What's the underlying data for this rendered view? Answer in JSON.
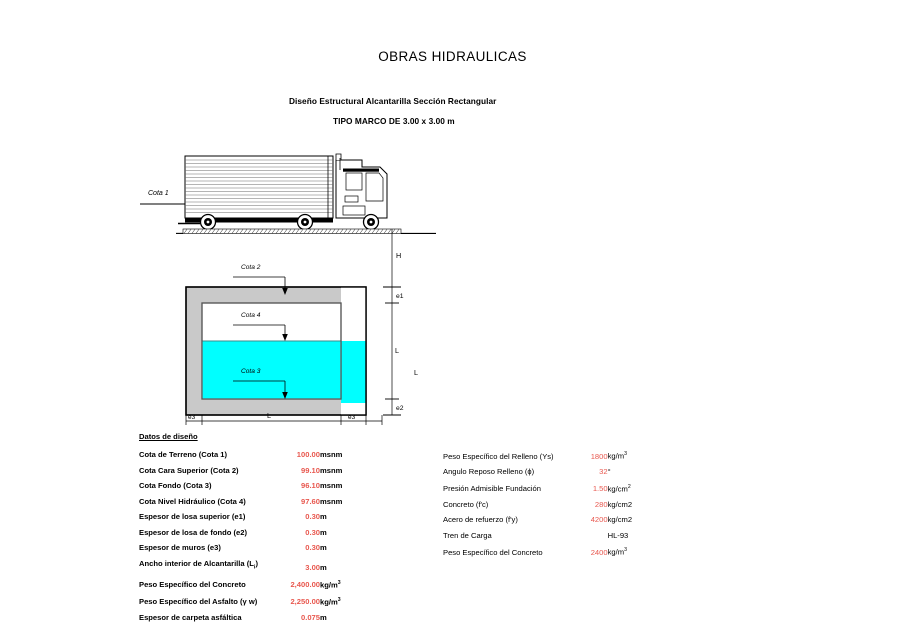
{
  "document": {
    "main_title": "OBRAS HIDRAULICAS",
    "subtitle": "Diseño Estructural Alcantarilla Sección Rectangular",
    "subtitle2": "TIPO MARCO DE 3.00 x 3.00 m"
  },
  "diagram": {
    "elevation_labels": {
      "cota1": "Cota 1",
      "cota2": "Cota 2",
      "cota3": "Cota 3",
      "cota4": "Cota 4"
    },
    "dimension_labels": {
      "H": "H",
      "e1": "e1",
      "e2": "e2",
      "e3_left": "e3",
      "e3_right": "e3",
      "L_vertical_inner": "L",
      "L_vertical_outer": "L",
      "L_horizontal": "L"
    },
    "colors": {
      "water": "#00ffff",
      "wall": "#c9c9c9",
      "outline": "#000000"
    }
  },
  "data_section": {
    "heading": "Datos de diseño",
    "left_rows": [
      {
        "label": "Cota de Terreno (Cota 1)",
        "value": "100.00",
        "unit": "msnm"
      },
      {
        "label": "Cota Cara Superior (Cota 2)",
        "value": "99.10",
        "unit": "msnm"
      },
      {
        "label": "Cota Fondo (Cota 3)",
        "value": "96.10",
        "unit": "msnm"
      },
      {
        "label": "Cota Nivel Hidráulico (Cota 4)",
        "value": "97.60",
        "unit": "msnm"
      },
      {
        "label": "Espesor de losa superior (e1)",
        "value": "0.30",
        "unit": "m"
      },
      {
        "label": "Espesor de losa de fondo (e2)",
        "value": "0.30",
        "unit": "m"
      },
      {
        "label": "Espesor de muros (e3)",
        "value": "0.30",
        "unit": "m"
      },
      {
        "label": "Ancho interior de Alcantarilla (L)",
        "value": "3.00",
        "unit": "m"
      },
      {
        "label": "Peso Específico del Concreto",
        "value": "2,400.00",
        "unit": "kg/m³"
      },
      {
        "label": "Peso Específico del Asfalto (γ w)",
        "value": "2,250.00",
        "unit": "kg/m³"
      },
      {
        "label": "Espesor de carpeta asfáltica",
        "value": "0.075",
        "unit": "m"
      }
    ],
    "right_rows": [
      {
        "label": "Peso Específico del Relleno (Ys)",
        "value": "1800",
        "unit": "kg/m³"
      },
      {
        "label": "Angulo Reposo Relleno (ɸ)",
        "value": "32",
        "unit": "°"
      },
      {
        "label": "Presión Admisible Fundación",
        "value": "1.50",
        "unit": "kg/cm²"
      },
      {
        "label": "Concreto (f'c)",
        "value": "280",
        "unit": "kg/cm2"
      },
      {
        "label": "Acero de refuerzo (f'y)",
        "value": "4200",
        "unit": "kg/cm2"
      },
      {
        "label": "Tren de Carga",
        "value": "",
        "unit": "",
        "plain": "HL-93"
      },
      {
        "label": "Peso Específico del Concreto",
        "value": "2400",
        "unit": "kg/m³"
      }
    ]
  }
}
